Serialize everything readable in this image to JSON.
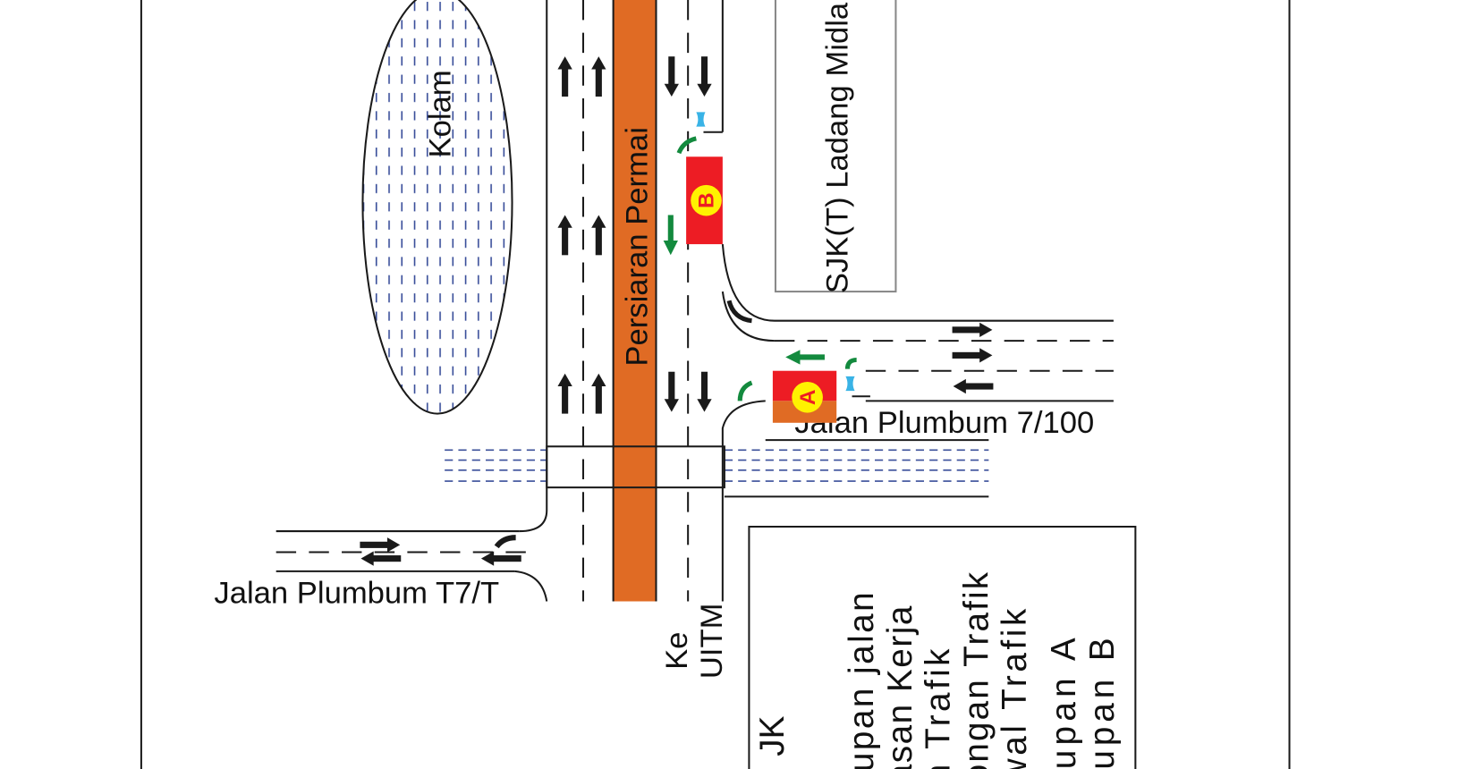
{
  "labels": {
    "pond": "Kolam",
    "main_road": "Persiaran Permai",
    "school": "SJK(T) Ladang Midla",
    "road_right": "Jalan Plumbum 7/100",
    "road_left": "Jalan Plumbum T7/T",
    "direction_ke": "Ke",
    "direction_uitm": "UITM"
  },
  "markers": {
    "a": "A",
    "b": "B"
  },
  "legend": {
    "items": [
      "JK",
      "tupan jalan",
      "asan Kerja",
      "n Trafik",
      "ongan Trafik",
      "wal Trafik",
      "tupan A",
      "tupan B"
    ]
  },
  "colors": {
    "median": "#e06b24",
    "closure": "#ed1c24",
    "marker": "#fff200",
    "green_arrow": "#138a3e",
    "flag": "#39b3e6",
    "water": "#3a4f9a"
  }
}
